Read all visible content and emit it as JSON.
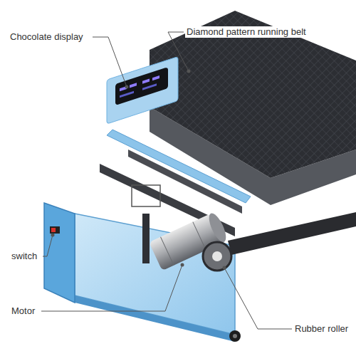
{
  "diagram": {
    "labels": [
      "Chocolate display",
      "Diamond pattern running belt",
      "switch",
      "Motor",
      "Rubber roller"
    ]
  }
}
